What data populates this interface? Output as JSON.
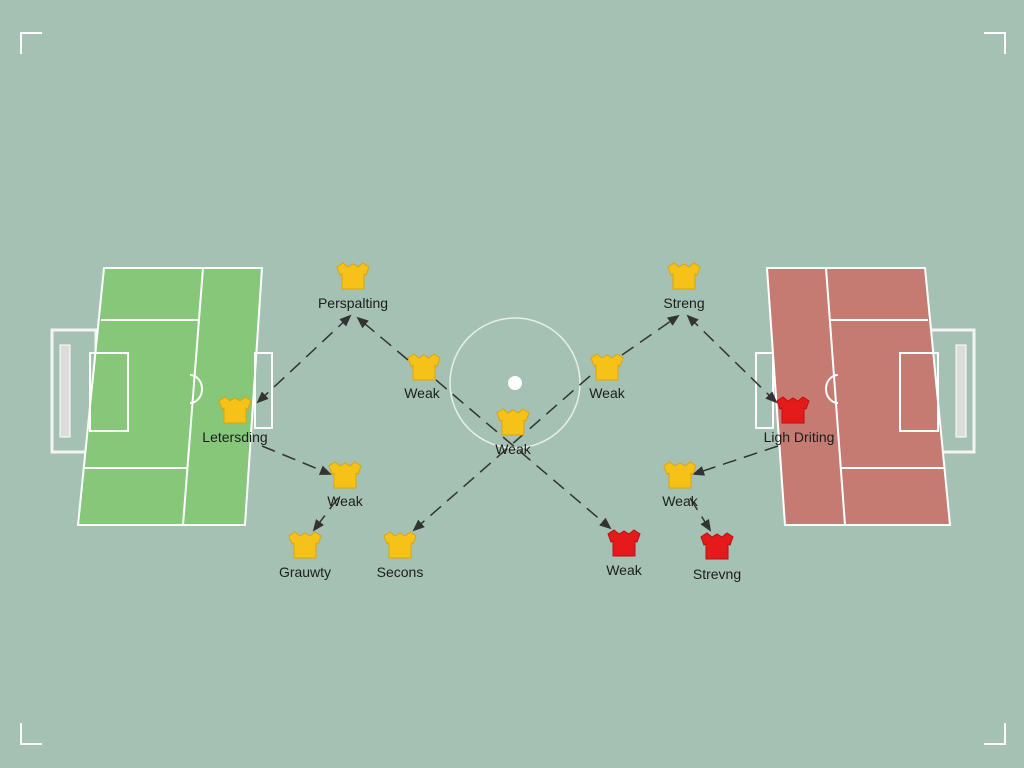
{
  "colors": {
    "background": "#a4c1b3",
    "left_field": "#86c779",
    "right_field": "#c57a72",
    "field_lines": "#ffffff",
    "player_yellow": "#f6c21a",
    "player_red": "#e51b1b",
    "arrow": "#333333",
    "label": "#1d1d1d"
  },
  "diagram": {
    "nodes": [
      {
        "id": "perspalting",
        "label": "Perspalting",
        "color": "yellow",
        "icon": "player-shirt-icon"
      },
      {
        "id": "streng",
        "label": "Streng",
        "color": "yellow",
        "icon": "player-shirt-icon"
      },
      {
        "id": "weak-mid-left",
        "label": "Weak",
        "color": "yellow",
        "icon": "player-shirt-icon"
      },
      {
        "id": "weak-mid-right",
        "label": "Weak",
        "color": "yellow",
        "icon": "player-shirt-icon"
      },
      {
        "id": "weak-center",
        "label": "Weak",
        "color": "yellow",
        "icon": "player-shirt-icon"
      },
      {
        "id": "letersding",
        "label": "Letersding",
        "color": "yellow",
        "icon": "player-shirt-icon"
      },
      {
        "id": "ligh-driting",
        "label": "Ligh Driting",
        "color": "red",
        "icon": "player-shirt-icon"
      },
      {
        "id": "weak-lower-left",
        "label": "Weak",
        "color": "yellow",
        "icon": "player-shirt-icon"
      },
      {
        "id": "weak-lower-right",
        "label": "Weak",
        "color": "yellow",
        "icon": "player-shirt-icon"
      },
      {
        "id": "grauwty",
        "label": "Grauwty",
        "color": "yellow",
        "icon": "player-shirt-icon"
      },
      {
        "id": "secons",
        "label": "Secons",
        "color": "yellow",
        "icon": "player-shirt-icon"
      },
      {
        "id": "weak-red",
        "label": "Weak",
        "color": "red",
        "icon": "player-shirt-icon"
      },
      {
        "id": "strevng",
        "label": "Strevng",
        "color": "red",
        "icon": "player-shirt-icon"
      }
    ],
    "edges": [
      {
        "from": "letersding",
        "to": "perspalting",
        "style": "dashed",
        "arrows": "both"
      },
      {
        "from": "weak-mid-left",
        "to": "perspalting",
        "style": "dashed",
        "arrows": "end"
      },
      {
        "from": "streng",
        "to": "ligh-driting",
        "style": "dashed",
        "arrows": "both"
      },
      {
        "from": "weak-mid-right",
        "to": "streng",
        "style": "dashed",
        "arrows": "end"
      },
      {
        "from": "letersding",
        "to": "weak-lower-left",
        "style": "dashed",
        "arrows": "end"
      },
      {
        "from": "weak-lower-left",
        "to": "grauwty",
        "style": "dashed",
        "arrows": "end"
      },
      {
        "from": "weak-mid-left",
        "to": "weak-red",
        "style": "dashed",
        "arrows": "end"
      },
      {
        "from": "weak-mid-right",
        "to": "secons",
        "style": "dashed",
        "arrows": "end"
      },
      {
        "from": "ligh-driting",
        "to": "weak-lower-right",
        "style": "dashed",
        "arrows": "end"
      },
      {
        "from": "weak-lower-right",
        "to": "strevng",
        "style": "dashed",
        "arrows": "end"
      }
    ]
  }
}
